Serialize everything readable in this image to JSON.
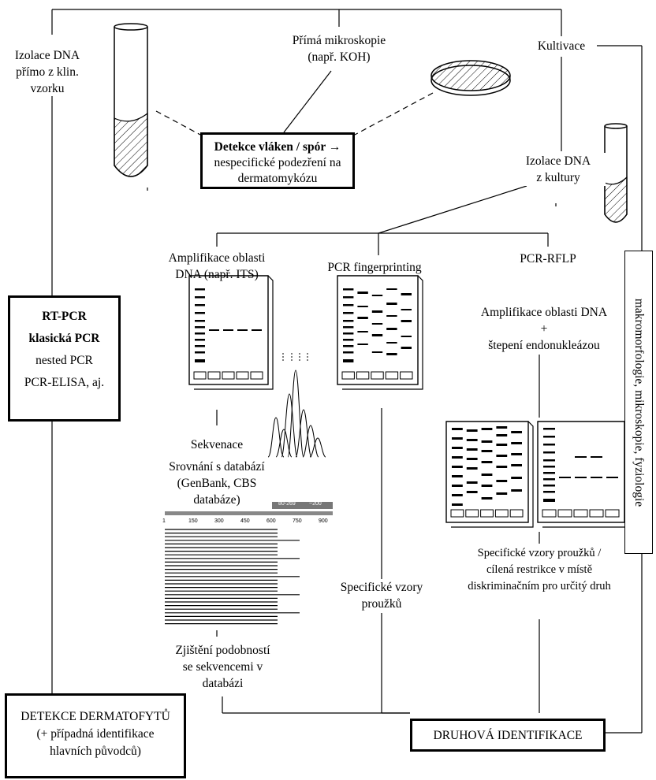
{
  "nodes": {
    "isolation_direct": [
      "Izolace DNA",
      "přímo  z klin.",
      "vzorku"
    ],
    "direct_microscopy": [
      "Přímá mikroskopie",
      "(např. KOH)"
    ],
    "cultivation": "Kultivace",
    "detection_box": {
      "bold": "Detekce vláken / spór →",
      "lines": [
        "nespecifické podezření na",
        "dermatomykózu"
      ]
    },
    "isolation_culture": [
      "Izolace DNA",
      "z kultury"
    ],
    "amplification": [
      "Amplifikace oblasti",
      "DNA (např. ITS)"
    ],
    "fingerprinting": "PCR fingerprinting",
    "rflp": "PCR-RFLP",
    "rflp_desc": [
      "Amplifikace oblasti DNA",
      "+",
      "štepení endonukleázou"
    ],
    "pcr_methods": {
      "bold": [
        "RT-PCR",
        "klasická PCR"
      ],
      "lines": [
        "nested PCR",
        "PCR-ELISA, aj."
      ]
    },
    "sequencing": "Sekvenace",
    "database_compare": [
      "Srovnání s databází",
      "(GenBank, CBS",
      "databáze)"
    ],
    "similarity": [
      "Zjištění podobností",
      "se sekvencemi v",
      "databázi"
    ],
    "specific_bands": [
      "Specifické vzory",
      "proužků"
    ],
    "specific_restriction": [
      "Specifické vzory proužků /",
      "cílená restrikce v místě",
      "diskriminačním pro určitý druh"
    ],
    "side_label": "makromorfologie, mikroskopie, fyziologie",
    "detection_final": [
      "DETEKCE DERMATOFYTŮ",
      "(+ případná identifikace",
      "hlavních původců)"
    ],
    "species_id": "DRUHOVÁ IDENTIFIKACE"
  },
  "sequence_scale": {
    "ticks": [
      "1",
      "150",
      "300",
      "450",
      "600",
      "750",
      "900"
    ],
    "labels": [
      "80-269",
      "~200"
    ]
  }
}
